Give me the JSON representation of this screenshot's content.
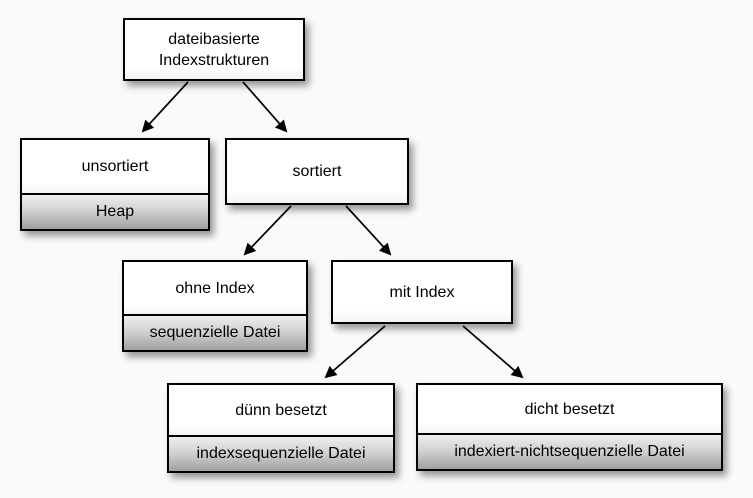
{
  "diagram": {
    "type": "tree",
    "language": "de",
    "nodes": {
      "root": {
        "label": "dateibasierte\nIndexstrukturen"
      },
      "unsortiert": {
        "label": "unsortiert",
        "sublabel": "Heap"
      },
      "sortiert": {
        "label": "sortiert"
      },
      "ohne_index": {
        "label": "ohne Index",
        "sublabel": "sequenzielle Datei"
      },
      "mit_index": {
        "label": "mit Index"
      },
      "duenn": {
        "label": "dünn besetzt",
        "sublabel": "indexsequenzielle Datei"
      },
      "dicht": {
        "label": "dicht besetzt",
        "sublabel": "indexiert-nichtsequenzielle Datei"
      }
    },
    "edges": [
      {
        "from": "root",
        "to": "unsortiert"
      },
      {
        "from": "root",
        "to": "sortiert"
      },
      {
        "from": "sortiert",
        "to": "ohne_index"
      },
      {
        "from": "sortiert",
        "to": "mit_index"
      },
      {
        "from": "mit_index",
        "to": "duenn"
      },
      {
        "from": "mit_index",
        "to": "dicht"
      }
    ],
    "colors": {
      "background": "#fafafa",
      "box_fill": "#ffffff",
      "box_border": "#000000",
      "sub_gradient_top": "#eeeeee",
      "sub_gradient_bottom": "#a0a0a0",
      "arrow": "#000000",
      "text": "#000000"
    }
  }
}
